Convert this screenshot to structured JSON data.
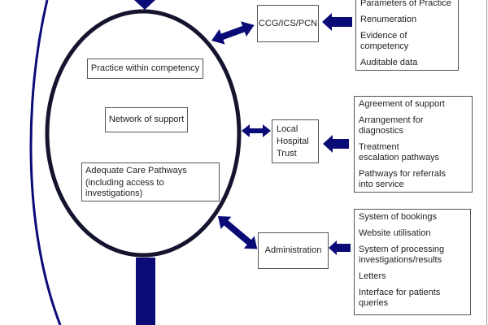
{
  "colors": {
    "arrow": "#0b0b78",
    "ellipse": "#14142e",
    "border": "#555555"
  },
  "inner": {
    "practice": "Practice within competency",
    "network": "Network of support",
    "pathways_line1": "Adequate Care Pathways",
    "pathways_line2": "(including access to investigations)"
  },
  "nodes": {
    "ccg": "CCG/ICS/PCN",
    "hospital_line1": "Local",
    "hospital_line2": "Hospital",
    "hospital_line3": "Trust",
    "admin": "Administration"
  },
  "lists": {
    "ccg": [
      "Parameters of Practice",
      "Renumeration",
      "Evidence of competency",
      "Auditable data"
    ],
    "hospital": [
      "Agreement of support",
      "Arrangement for diagnostics",
      "Treatment escalation pathways",
      "Pathways for referrals into service"
    ],
    "admin": [
      "System of bookings",
      "Website utilisation",
      "System of processing investigations/results",
      "Letters",
      "Interface for patients queries"
    ]
  }
}
